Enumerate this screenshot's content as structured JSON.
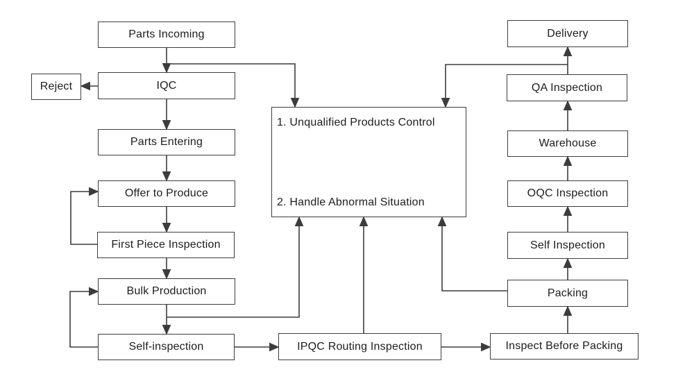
{
  "colors": {
    "line": "#3c3c3c",
    "text": "#1c1c1c",
    "box_fill": "#ffffff",
    "background": "#ffffff"
  },
  "nodes": {
    "parts_incoming": {
      "label": "Parts Incoming"
    },
    "reject": {
      "label": "Reject"
    },
    "iqc": {
      "label": "IQC"
    },
    "parts_entering": {
      "label": "Parts Entering"
    },
    "offer_to_produce": {
      "label": "Offer to Produce"
    },
    "first_piece_inspection": {
      "label": "First Piece Inspection"
    },
    "bulk_production": {
      "label": "Bulk Production"
    },
    "self_inspection": {
      "label": "Self-inspection"
    },
    "control": {
      "line1": "1. Unqualified Products Control",
      "line2": "2. Handle Abnormal Situation"
    },
    "ipqc_routing_inspection": {
      "label": "IPQC Routing Inspection"
    },
    "inspect_before_packing": {
      "label": "Inspect Before Packing"
    },
    "packing": {
      "label": "Packing"
    },
    "self_inspection_right": {
      "label": "Self Inspection"
    },
    "oqc_inspection": {
      "label": "OQC Inspection"
    },
    "warehouse": {
      "label": "Warehouse"
    },
    "qa_inspection": {
      "label": "QA Inspection"
    },
    "delivery": {
      "label": "Delivery"
    }
  },
  "edges": [
    {
      "from": "parts_incoming",
      "to": "iqc"
    },
    {
      "from": "parts_incoming",
      "to": "control"
    },
    {
      "from": "iqc",
      "to": "reject"
    },
    {
      "from": "iqc",
      "to": "parts_entering"
    },
    {
      "from": "parts_entering",
      "to": "offer_to_produce"
    },
    {
      "from": "offer_to_produce",
      "to": "first_piece_inspection"
    },
    {
      "from": "first_piece_inspection",
      "to": "offer_to_produce"
    },
    {
      "from": "first_piece_inspection",
      "to": "bulk_production"
    },
    {
      "from": "bulk_production",
      "to": "self_inspection"
    },
    {
      "from": "bulk_production",
      "to": "control"
    },
    {
      "from": "self_inspection",
      "to": "bulk_production"
    },
    {
      "from": "self_inspection",
      "to": "ipqc_routing_inspection"
    },
    {
      "from": "ipqc_routing_inspection",
      "to": "control"
    },
    {
      "from": "ipqc_routing_inspection",
      "to": "inspect_before_packing"
    },
    {
      "from": "inspect_before_packing",
      "to": "packing"
    },
    {
      "from": "packing",
      "to": "control"
    },
    {
      "from": "packing",
      "to": "self_inspection_right"
    },
    {
      "from": "self_inspection_right",
      "to": "oqc_inspection"
    },
    {
      "from": "oqc_inspection",
      "to": "warehouse"
    },
    {
      "from": "warehouse",
      "to": "qa_inspection"
    },
    {
      "from": "qa_inspection",
      "to": "delivery"
    },
    {
      "from": "qa_inspection",
      "to": "control"
    }
  ]
}
